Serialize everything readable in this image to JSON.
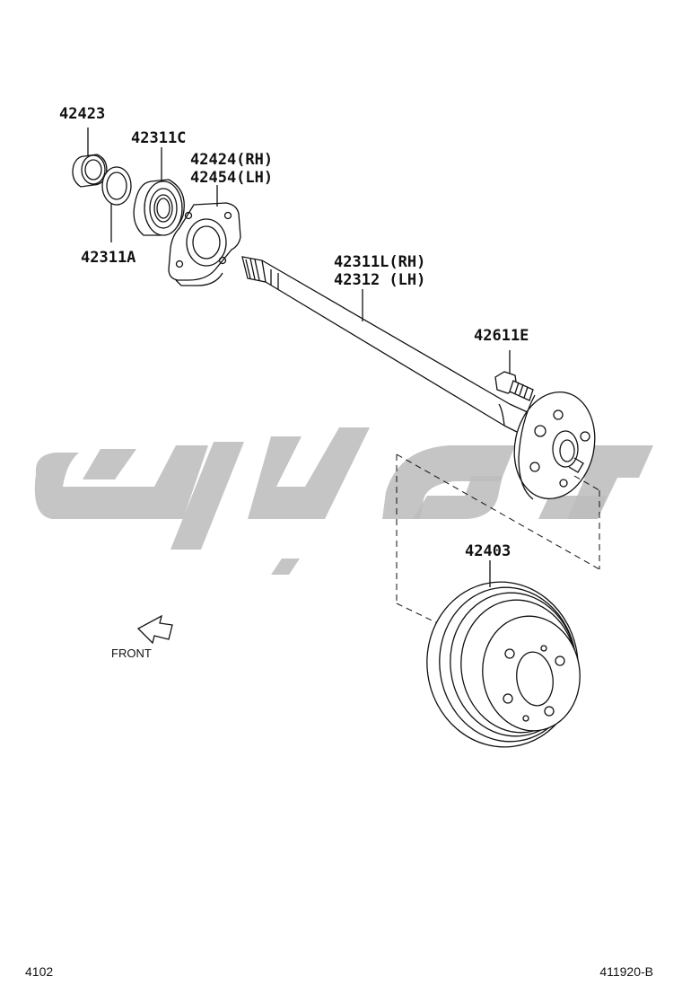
{
  "parts": {
    "inner_seal": "42423",
    "bearing": "42311C",
    "retainer_rh": "42424(RH)",
    "retainer_lh": "42454(LH)",
    "ring": "42311A",
    "shaft_rh": "42311L(RH)",
    "shaft_lh": "42312 (LH)",
    "hub_bolt": "42611E",
    "brake_drum": "42403"
  },
  "front_label": "FRONT",
  "footer": {
    "page_number": "4102",
    "figure_code": "411920-B"
  },
  "colors": {
    "line": "#111111",
    "watermark": "#bdbdbd",
    "background": "#ffffff"
  },
  "icons": {
    "front_arrow": "front-arrow-icon",
    "watermark": "watermark-logo"
  }
}
